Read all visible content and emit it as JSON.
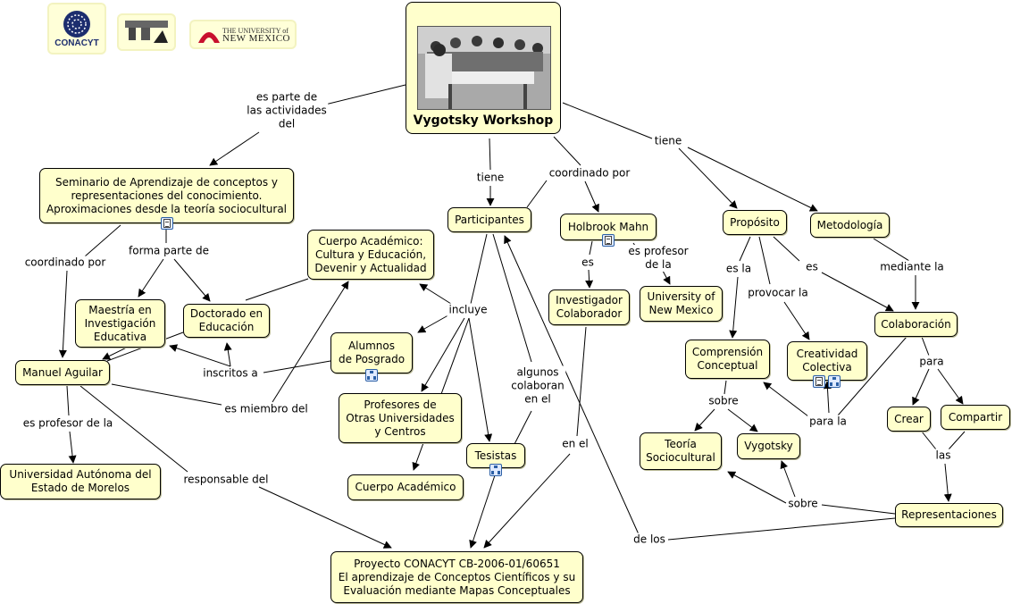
{
  "logos": {
    "conacyt": "CONACYT",
    "unm_small": "THE UNIVERSITY of",
    "unm_big": "NEW MEXICO"
  },
  "title": "Vygotsky Workshop",
  "nodes": {
    "seminario": "Seminario de Aprendizaje de conceptos y\nrepresentaciones del conocimiento.\nAproximaciones desde la teoría sociocultural",
    "participantes": "Participantes",
    "holbrook": "Holbrook Mahn",
    "proposito": "Propósito",
    "metodologia": "Metodología",
    "cuerpo_academico_full": "Cuerpo Académico:\nCultura y Educación,\nDevenir y Actualidad",
    "maestria": "Maestría en\nInvestigación\nEducativa",
    "doctorado": "Doctorado en\nEducación",
    "manuel": "Manuel Aguilar",
    "alumnos": "Alumnos\nde Posgrado",
    "investigador": "Investigador\nColaborador",
    "unm": "University of\nNew Mexico",
    "profesores": "Profesores de\nOtras Universidades\ny Centros",
    "tesistas": "Tesistas",
    "cuerpo_academico": "Cuerpo Académico",
    "uaem": "Universidad Autónoma del\nEstado de Morelos",
    "proyecto": "Proyecto CONACYT CB-2006-01/60651\nEl aprendizaje de Conceptos Científicos y su\nEvaluación mediante Mapas Conceptuales",
    "comprension": "Comprensión\nConceptual",
    "creatividad": "Creatividad\nColectiva",
    "colaboracion": "Colaboración",
    "teoria": "Teoría\nSociocultural",
    "vygotsky": "Vygotsky",
    "crear": "Crear",
    "compartir": "Compartir",
    "representaciones": "Representaciones"
  },
  "links": {
    "es_parte": "es parte de\nlas actividades\ndel",
    "tiene1": "tiene",
    "coordinado_por1": "coordinado por",
    "tiene2": "tiene",
    "forma_parte": "forma parte de",
    "coordinado_por2": "coordinado por",
    "incluye": "incluye",
    "es": "es",
    "es_profesor_de_la1": "es profesor\nde la",
    "es_la": "es la",
    "es2": "es",
    "provocar_la": "provocar la",
    "mediante_la": "mediante la",
    "inscritos_a": "inscritos a",
    "algunos": "algunos\ncolaboran\nen el",
    "es_miembro": "es miembro del",
    "es_profesor_de_la2": "es profesor de la",
    "sobre1": "sobre",
    "para": "para",
    "para_la": "para la",
    "las": "las",
    "en_el": "en el",
    "responsable": "responsable del",
    "sobre2": "sobre",
    "de_los": "de los"
  }
}
